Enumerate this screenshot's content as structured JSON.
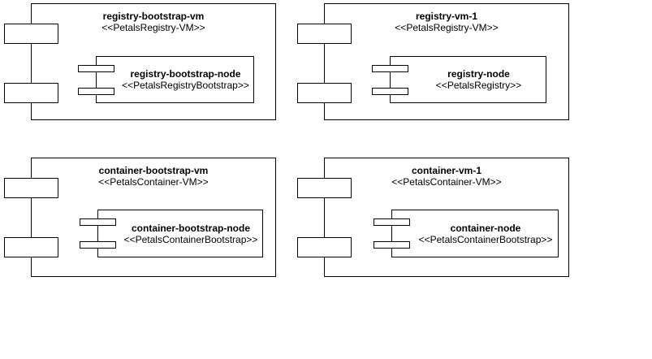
{
  "diagram": {
    "kind": "uml-deployment-diagram",
    "background_color": "#ffffff",
    "line_color": "#000000",
    "fill_color": "#ffffff",
    "text_color": "#000000",
    "nodes": [
      {
        "name": "registry-bootstrap-vm",
        "stereotype": "<<PetalsRegistry-VM>>",
        "component": {
          "name": "registry-bootstrap-node",
          "stereotype": "<<PetalsRegistryBootstrap>>"
        }
      },
      {
        "name": "registry-vm-1",
        "stereotype": "<<PetalsRegistry-VM>>",
        "component": {
          "name": "registry-node",
          "stereotype": "<<PetalsRegistry>>"
        }
      },
      {
        "name": "container-bootstrap-vm",
        "stereotype": "<<PetalsContainer-VM>>",
        "component": {
          "name": "container-bootstrap-node",
          "stereotype": "<<PetalsContainerBootstrap>>"
        }
      },
      {
        "name": "container-vm-1",
        "stereotype": "<<PetalsContainer-VM>>",
        "component": {
          "name": "container-node",
          "stereotype": "<<PetalsContainerBootstrap>>"
        }
      }
    ]
  }
}
